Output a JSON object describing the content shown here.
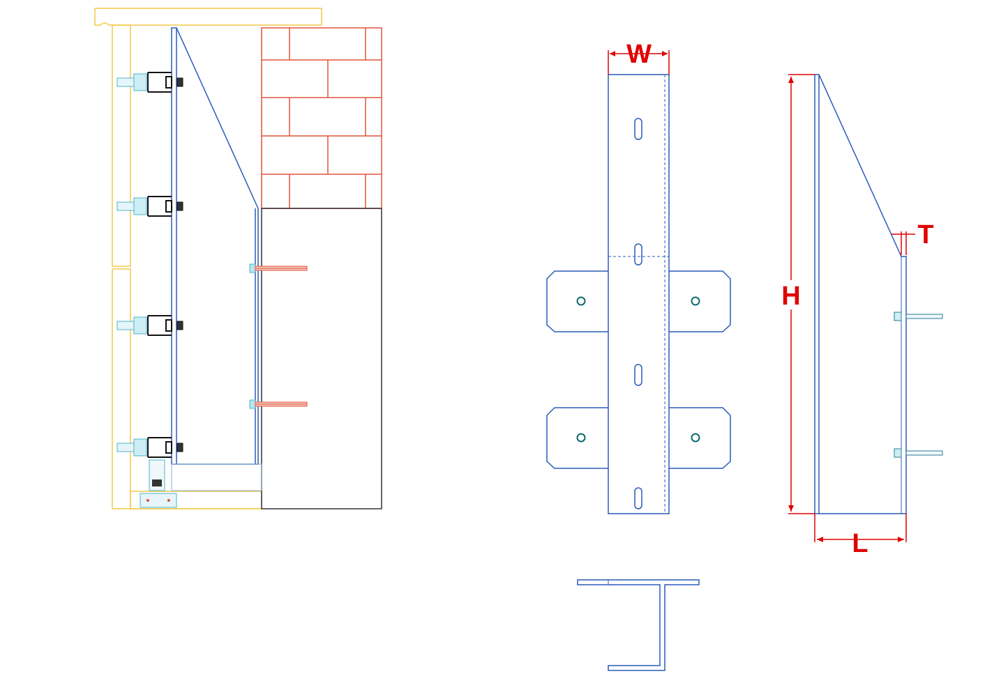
{
  "dimensions": {
    "width_label": "W",
    "height_label": "H",
    "thickness_label": "T",
    "length_label": "L"
  },
  "colors": {
    "bracket": "#2a5cb8",
    "cladding": "#f2c94c",
    "brick": "#e0533a",
    "dimension": "#e00000",
    "fixing": "#4fb3c8",
    "hole": "#0f6a6e",
    "concrete": "#333333"
  }
}
